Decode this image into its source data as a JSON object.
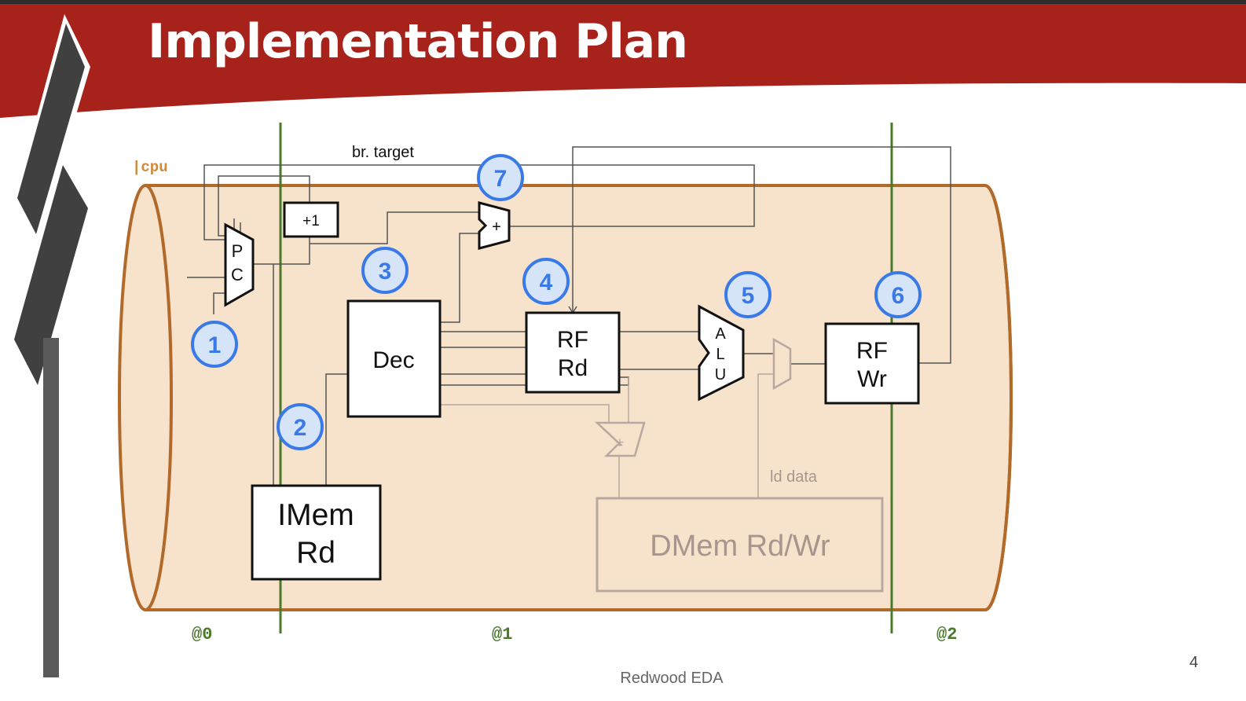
{
  "slide": {
    "title": "Implementation Plan",
    "footer": "Redwood EDA",
    "page_number": "4"
  },
  "colors": {
    "banner": "#a6221b",
    "pipe_fill": "#f7e3cc",
    "pipe_stroke": "#b26a2a",
    "stage_line": "#4a7a2a",
    "marker_fill": "#d6e4f7",
    "marker_stroke": "#3a7ae8",
    "marker_text": "#3a7ae8",
    "dim": "#a8958e"
  },
  "diagram": {
    "pipeline_label": "|cpu",
    "stage_labels": [
      "@0",
      "@1",
      "@2"
    ],
    "wire_labels": {
      "branch_target": "br. target",
      "load_data": "ld data"
    },
    "blocks": {
      "pc": [
        "P",
        "C"
      ],
      "inc": "+1",
      "imem": [
        "IMem",
        "Rd"
      ],
      "dec": "Dec",
      "rf_rd": [
        "RF",
        "Rd"
      ],
      "alu": [
        "A",
        "L",
        "U"
      ],
      "rf_wr": [
        "RF",
        "Wr"
      ],
      "dmem": "DMem Rd/Wr",
      "br_adder": "+",
      "addr_adder": "+"
    },
    "markers": [
      "1",
      "2",
      "3",
      "4",
      "5",
      "6",
      "7"
    ]
  }
}
